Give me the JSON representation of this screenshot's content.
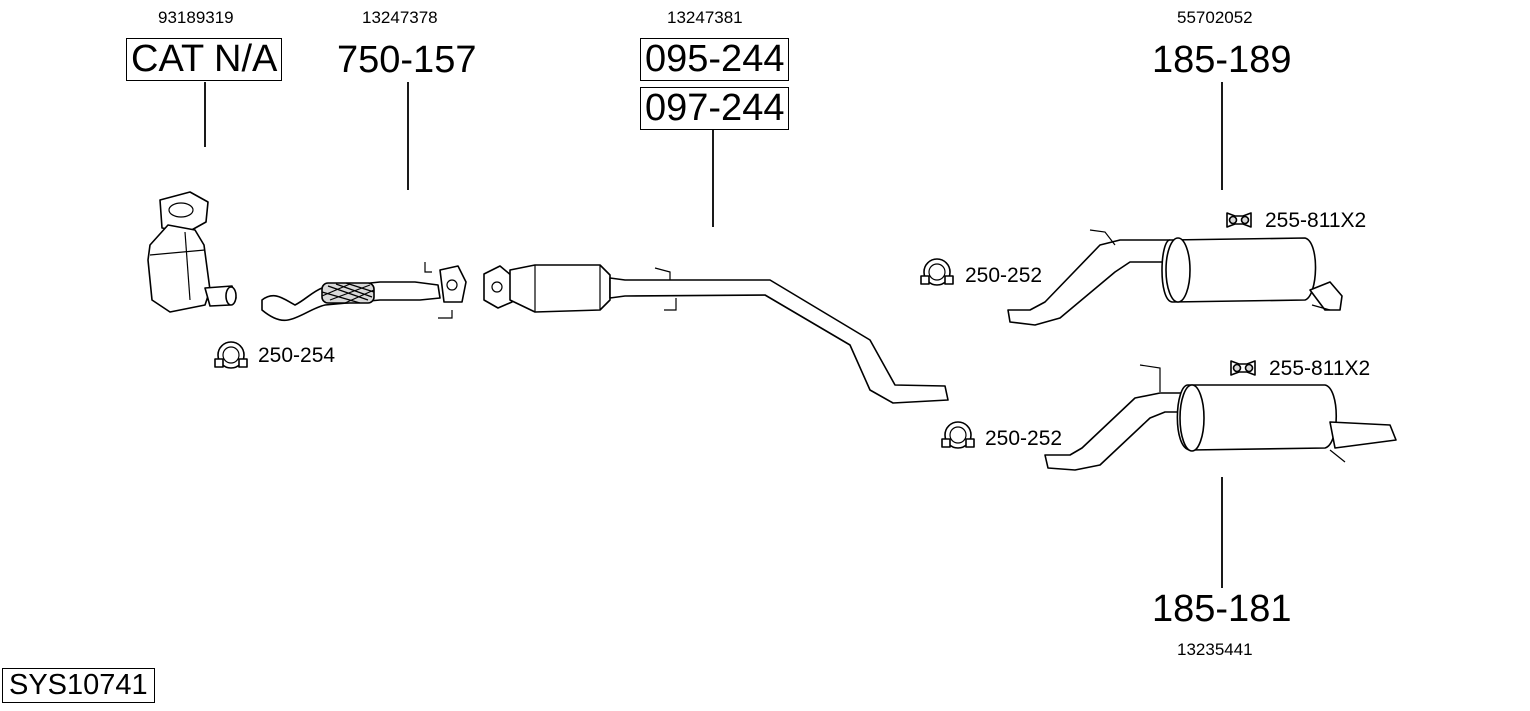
{
  "diagram": {
    "oe_numbers": {
      "catalyst": "93189319",
      "front_pipe": "13247378",
      "middle": "13247381",
      "rear_upper": "55702052",
      "rear_lower": "13235441"
    },
    "part_numbers": {
      "catalyst": "CAT N/A",
      "front_pipe": "750-157",
      "middle_1": "095-244",
      "middle_2": "097-244",
      "rear_upper": "185-189",
      "rear_lower": "185-181"
    },
    "accessories": {
      "clamp_front": "250-254",
      "clamp_rear_upper": "250-252",
      "clamp_rear_lower": "250-252",
      "rubber_upper": "255-811X2",
      "rubber_lower": "255-811X2"
    },
    "system_id": "SYS10741"
  }
}
